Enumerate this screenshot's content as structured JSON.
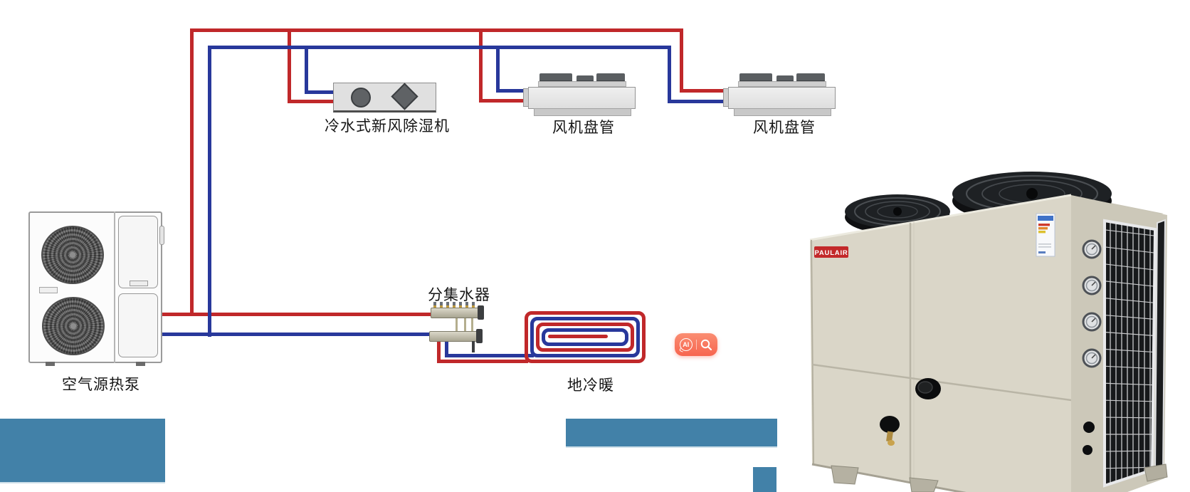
{
  "diagram": {
    "labels": {
      "outdoor_unit": "空气源热泵",
      "dehumidifier": "冷水式新风除湿机",
      "fan_coil_1": "风机盘管",
      "fan_coil_2": "风机盘管",
      "manifold": "分集水器",
      "floor_loop": "地冷暖"
    },
    "colors": {
      "supply_pipe_red": "#c0282a",
      "return_pipe_blue": "#28389b",
      "redaction_block_blue": "#4281a8"
    }
  },
  "photo": {
    "brand": "PAULAIR"
  },
  "ai_badge": {
    "text": "AI",
    "color": "#f87b64"
  }
}
